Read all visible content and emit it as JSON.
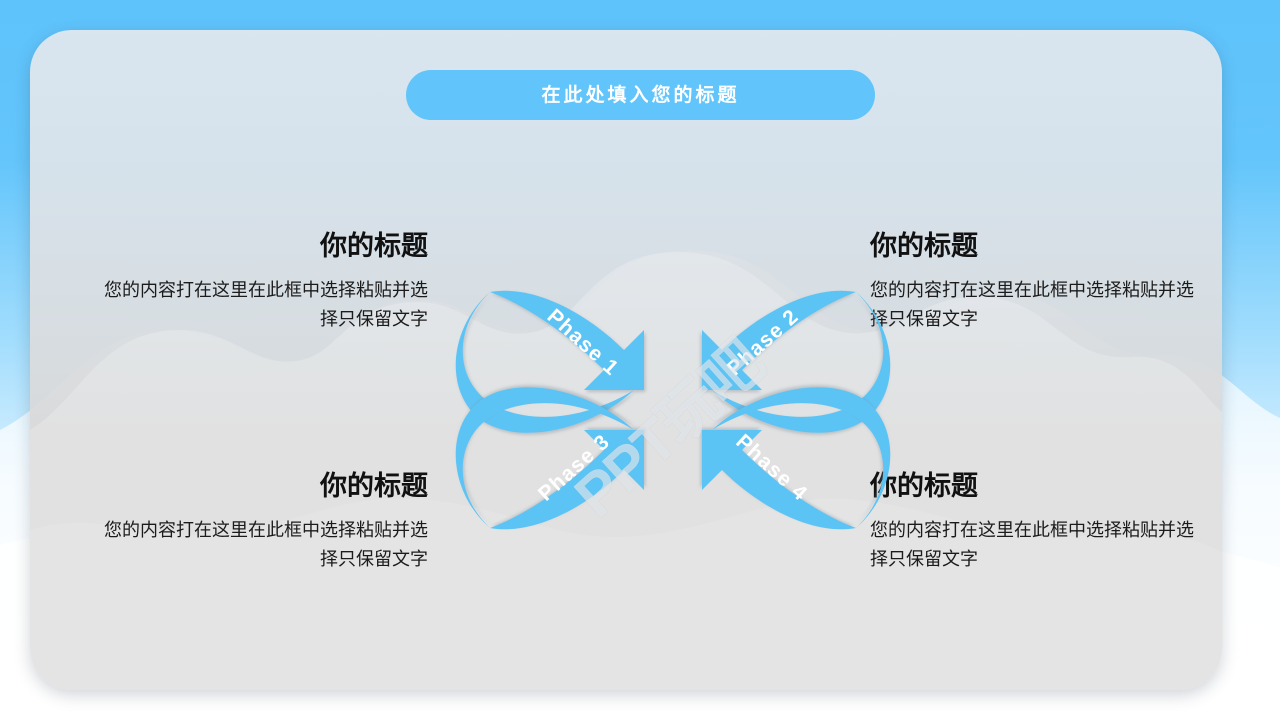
{
  "slide": {
    "title": "在此处填入您的标题",
    "watermark": "PPT玩吧"
  },
  "theme": {
    "accent_blue": "#61c4fb",
    "arrow_blue": "#5cc4f5",
    "arrow_blue_dark": "#4fb8ef",
    "panel_gray": "#d8d8d8",
    "sky_blue": "#63c5fb",
    "heading_color": "#111111",
    "body_color": "#1b1b1b",
    "title_text_color": "#ffffff"
  },
  "blocks": {
    "top_left": {
      "heading": "你的标题",
      "body": "您的内容打在这里在此框中选择粘贴并选择只保留文字"
    },
    "top_right": {
      "heading": "你的标题",
      "body": "您的内容打在这里在此框中选择粘贴并选择只保留文字"
    },
    "bottom_left": {
      "heading": "你的标题",
      "body": "您的内容打在这里在此框中选择粘贴并选择只保留文字"
    },
    "bottom_right": {
      "heading": "你的标题",
      "body": "您的内容打在这里在此框中选择粘贴并选择只保留文字"
    }
  },
  "diagram": {
    "type": "converging-cycle-arrows",
    "arrows": [
      {
        "id": "phase-1",
        "label": "Phase 1",
        "quadrant": "top-left",
        "direction": "inward-down-right"
      },
      {
        "id": "phase-2",
        "label": "Phase 2",
        "quadrant": "top-right",
        "direction": "inward-down-left"
      },
      {
        "id": "phase-3",
        "label": "Phase 3",
        "quadrant": "bottom-left",
        "direction": "inward-up-right"
      },
      {
        "id": "phase-4",
        "label": "Phase 4",
        "quadrant": "bottom-right",
        "direction": "inward-up-left"
      }
    ]
  }
}
